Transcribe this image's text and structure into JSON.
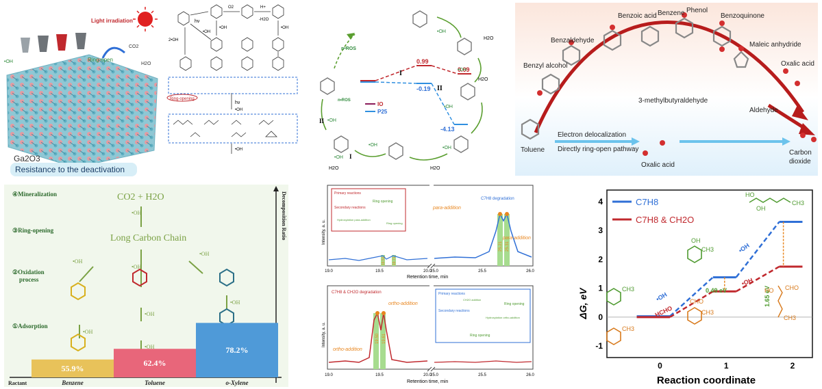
{
  "colors": {
    "red": "#c0282d",
    "blue": "#2f6fd6",
    "green": "#7aa144",
    "orange": "#e8861f",
    "ring_red": "#c0282d",
    "ring_green": "#4e9a2f",
    "ring_orange": "#d87a1c",
    "ring_teal": "#2b6f87"
  },
  "p1": {
    "light_label": "Light irradiation",
    "ga2o3_label": "Ga2O3",
    "footer": "Resistance to the deactivation",
    "oh_left": "•OH",
    "ring_open": "Ring-open",
    "co2": "CO2",
    "h2o": "H2O"
  },
  "p2": {
    "hv1": "hν",
    "hv2": "hν",
    "oh1": "•OH",
    "oh2": "2•OH",
    "oh3": "•OH",
    "oh4": "•OH",
    "oh5": "•OH",
    "oh6": "•OH",
    "o2": "O2",
    "hplus": "H+",
    "minus_h2o": "-H2O",
    "ring_opening": "Ring-opening"
  },
  "p3": {
    "v099": "0.99",
    "v009": "0.09",
    "vm019": "-0.19",
    "vm413": "-4.13",
    "roman1a": "I",
    "roman2a": "II",
    "roman1b": "I",
    "roman2b": "II",
    "nros1": "n•ROS",
    "nros2": "n•ROS",
    "oh_tr": "•OH",
    "oh_r1": "•OH",
    "oh_r2": "•OH",
    "oh_r3": "•OH",
    "oh_b1": "•OH",
    "oh_b2": "•OH",
    "oh_l": "•OH",
    "h2o_1": "H2O",
    "h2o_2": "H2O",
    "h2o_3": "H2O",
    "h2o_4": "H2O",
    "legend_io": "IO",
    "legend_p25": "P25"
  },
  "p4": {
    "benzoic_acid": "Benzoic acid",
    "benzene": "Benzene",
    "phenol": "Phenol",
    "benzoquinone": "Benzoquinone",
    "benzaldehyde": "Benzaldehyde",
    "maleic_anhydride": "Maleic anhydride",
    "benzyl_alcohol": "Benzyl alcohol",
    "oxalic_acid_top": "Oxalic acid",
    "methylbutyraldehyde": "3-methylbutyraldehyde",
    "aldehyde": "Aldehyde",
    "toluene": "Toluene",
    "electron_delocalization": "Electron delocalization",
    "ring_open_pathway": "Directly ring-open pathway",
    "oxalic_acid_bottom": "Oxalic acid",
    "carbon_dioxide_1": "Carbon",
    "carbon_dioxide_2": "dioxide"
  },
  "p5": {
    "step4": "④Mineralization",
    "step3": "③Ring-opening",
    "step2a": "②Oxidation",
    "step2b": "process",
    "step1": "①Adsorption",
    "co2_h2o": "CO2 + H2O",
    "long_chain": "Long Carbon Chain",
    "axis_y": "Decomposition Ratio",
    "axis_x": "Ractant",
    "oh_a": "•OH",
    "oh_b": "•OH",
    "oh_c": "•OH",
    "oh_d": "•OH",
    "oh_e": "•OH",
    "oh_f": "•OH",
    "oh_g": "•OH",
    "oh_h": "•OH",
    "bars": [
      {
        "label": "Benzene",
        "pct": "55.9%",
        "value": 55.9,
        "color": "#e8c25a"
      },
      {
        "label": "Toluene",
        "pct": "62.4%",
        "value": 62.4,
        "color": "#e8667a"
      },
      {
        "label": "o-Xylene",
        "pct": "78.2%",
        "value": 78.2,
        "color": "#4f9ad8"
      }
    ]
  },
  "p6": {
    "top_title": "C7H8 degradation",
    "primary": "Primary reactions",
    "secondary": "Secondary reactions",
    "ring_opening_a": "Ring opening",
    "ring_opening_b": "Ring opening",
    "ring_opening_c": "Ring opening",
    "ring_opening_d": "Ring opening",
    "para_addition_1": "para-addition",
    "para_addition_2": "para-addition",
    "hydroxylation_top": "Hydroxylation para-addition",
    "ylabel_top": "Intensity, a. u.",
    "xlabel_top": "Retention time, min",
    "peak1": "25.21",
    "peak2": "25.31",
    "small1": "19.51",
    "small2": "19.71",
    "ticks_top": [
      "19.0",
      "19.5",
      "20.0",
      "25.0",
      "25.5",
      "26.0"
    ],
    "bottom_title": "C7H8 & CH2O degradation",
    "ortho_addition_1": "ortho-addition",
    "ortho_addition_2": "ortho-addition",
    "hydroxylation_bot": "Hydroxylation ortho-addition",
    "ch2o_addition": "CH2O addition",
    "ylabel_bot": "Intensity, a. u.",
    "xlabel_bot": "Retention time, min",
    "peak3": "19.50",
    "peak4": "19.61",
    "ticks_bot": [
      "19.0",
      "19.5",
      "20.0",
      "25.0",
      "25.5",
      "26.0"
    ]
  },
  "p7": {
    "ylabel": "ΔG, eV",
    "xlabel": "Reaction coordinate",
    "legend1": "C7H8",
    "legend2": "C7H8 & CH2O",
    "yticks": [
      "4",
      "3",
      "2",
      "1",
      "0",
      "-1"
    ],
    "xticks": [
      "0",
      "1",
      "2"
    ],
    "ann_049": "0.49 eV",
    "ann_165": "1.65 eV",
    "oh_lbl1": "•OH",
    "oh_lbl2": "•OH",
    "oh_lbl3": "•OH",
    "hcho_lbl": "HCHO",
    "ch3_a": "CH3",
    "ch3_b": "CH3",
    "ch3_c": "CH3",
    "ch3_d": "CH3",
    "ch3_e": "CH3",
    "ch3_f": "CH3",
    "oh_a": "OH",
    "oh_b": "OH",
    "ho_a": "HO",
    "oh_c": "OH",
    "cho_a": "CHO",
    "cho_b": "CHO",
    "ho_b": "HO"
  },
  "chart_data": {
    "type": "line",
    "xlabel": "Reaction coordinate",
    "ylabel": "ΔG, eV",
    "xlim": [
      -0.8,
      2.3
    ],
    "ylim": [
      -1.4,
      4.4
    ],
    "series": [
      {
        "name": "C7H8",
        "steps": [
          [
            -0.35,
            0.15,
            0.03
          ],
          [
            0.8,
            1.15,
            1.38
          ],
          [
            1.8,
            2.15,
            3.3
          ]
        ]
      },
      {
        "name": "C7H8 & CH2O",
        "steps": [
          [
            -0.35,
            0.15,
            0.0
          ],
          [
            0.8,
            1.15,
            0.89
          ],
          [
            1.8,
            2.15,
            1.75
          ]
        ]
      }
    ]
  }
}
